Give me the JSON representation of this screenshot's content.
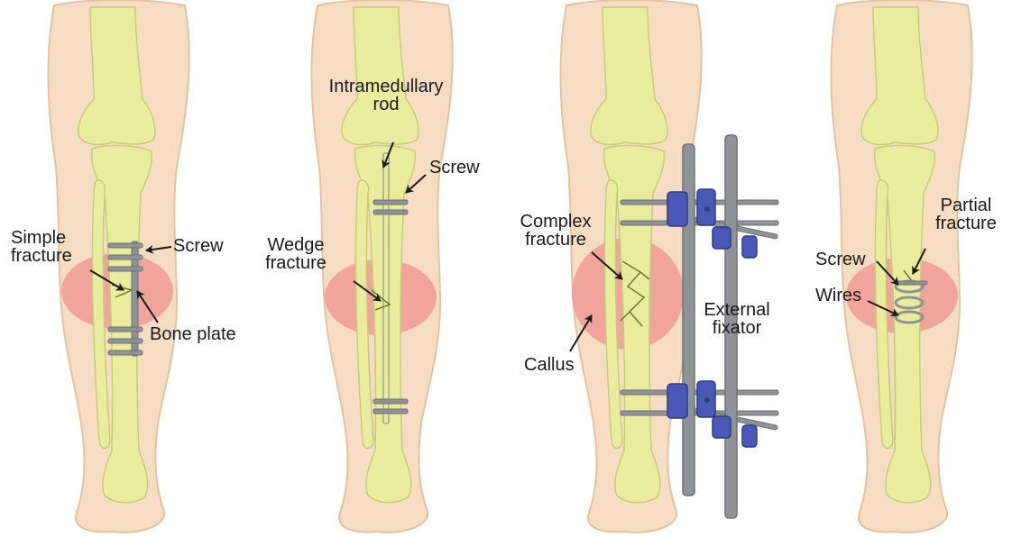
{
  "colors": {
    "skin": "#f5dcc2",
    "skin_outline": "#e4c2a2",
    "bone": "#e9ec9c",
    "bone_outline": "#c7cb79",
    "callus": "#ef9a95",
    "metal": "#8f9296",
    "metal_dark": "#6e7175",
    "clamp": "#4a58b6",
    "clamp_dark": "#2e3a86",
    "text": "#1a1a1a"
  },
  "panels": [
    {
      "labels": {
        "simple_fracture_1": "Simple",
        "simple_fracture_2": "fracture",
        "screw": "Screw",
        "bone_plate": "Bone plate"
      }
    },
    {
      "labels": {
        "rod_1": "Intramedullary",
        "rod_2": "rod",
        "screw": "Screw",
        "wedge_fracture_1": "Wedge",
        "wedge_fracture_2": "fracture"
      }
    },
    {
      "labels": {
        "complex_fracture_1": "Complex",
        "complex_fracture_2": "fracture",
        "callus": "Callus",
        "fixator_1": "External",
        "fixator_2": "fixator"
      }
    },
    {
      "labels": {
        "partial_fracture_1": "Partial",
        "partial_fracture_2": "fracture",
        "screw": "Screw",
        "wires": "Wires"
      }
    }
  ]
}
